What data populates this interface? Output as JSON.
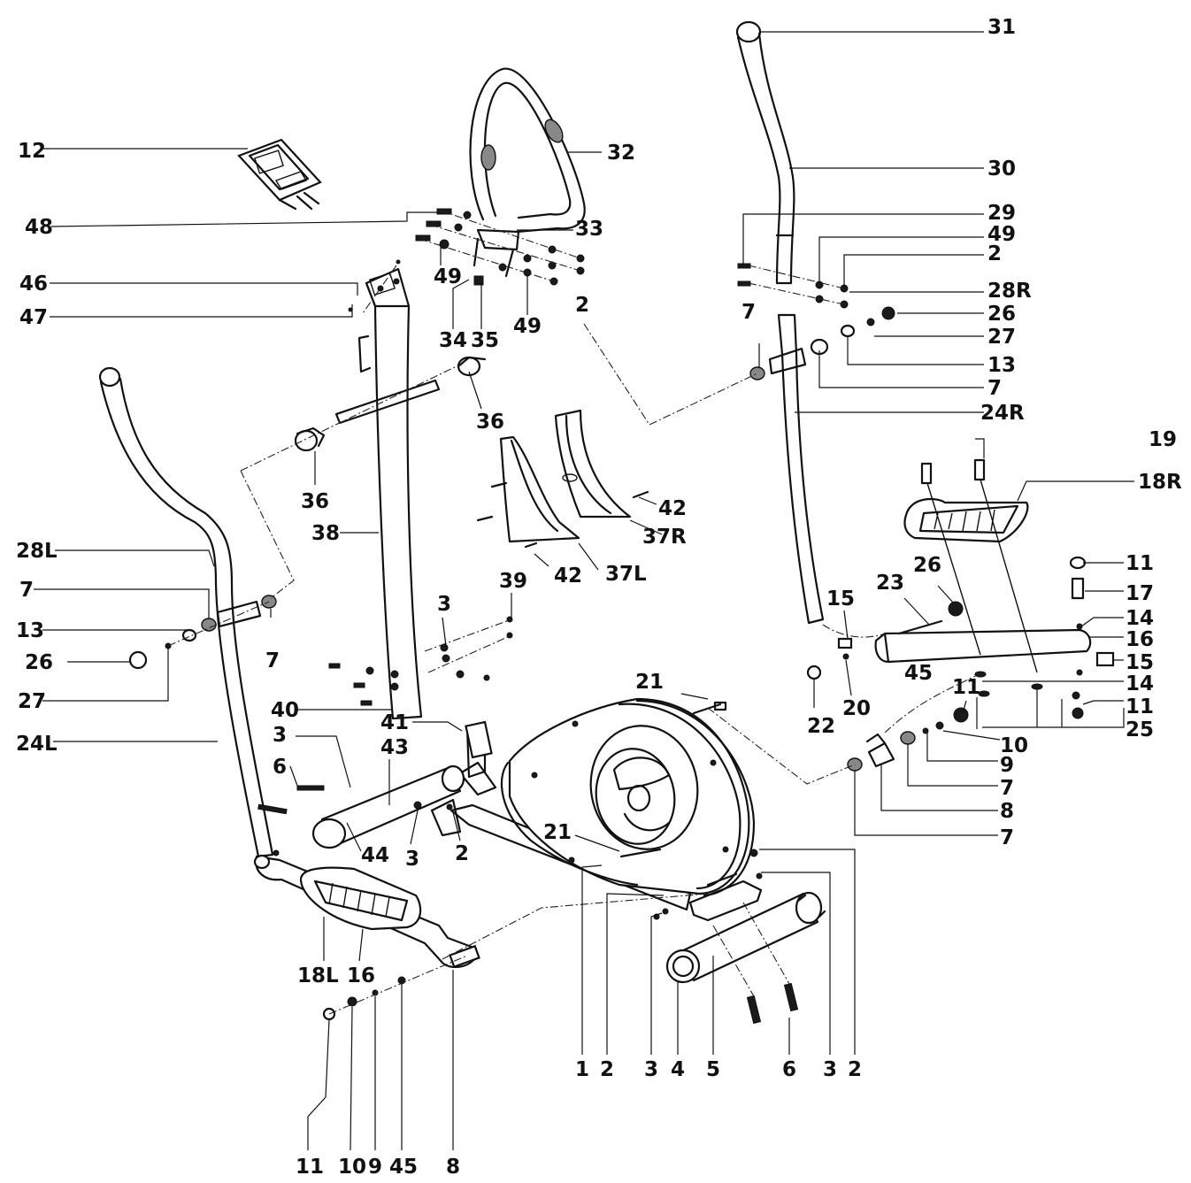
{
  "callouts": [
    {
      "id": "c-31",
      "text": "31"
    },
    {
      "id": "c-12",
      "text": "12"
    },
    {
      "id": "c-32",
      "text": "32"
    },
    {
      "id": "c-30",
      "text": "30"
    },
    {
      "id": "c-48",
      "text": "48"
    },
    {
      "id": "c-33",
      "text": "33"
    },
    {
      "id": "c-29",
      "text": "29"
    },
    {
      "id": "c-49a",
      "text": "49"
    },
    {
      "id": "c-2a",
      "text": "2"
    },
    {
      "id": "c-46",
      "text": "46"
    },
    {
      "id": "c-49b",
      "text": "49"
    },
    {
      "id": "c-28R",
      "text": "28R"
    },
    {
      "id": "c-47",
      "text": "47"
    },
    {
      "id": "c-26a",
      "text": "26"
    },
    {
      "id": "c-34",
      "text": "34"
    },
    {
      "id": "c-35",
      "text": "35"
    },
    {
      "id": "c-49c",
      "text": "49"
    },
    {
      "id": "c-2b",
      "text": "2"
    },
    {
      "id": "c-27a",
      "text": "27"
    },
    {
      "id": "c-13a",
      "text": "13"
    },
    {
      "id": "c-7a",
      "text": "7"
    },
    {
      "id": "c-7b",
      "text": "7"
    },
    {
      "id": "c-24R",
      "text": "24R"
    },
    {
      "id": "c-36a",
      "text": "36"
    },
    {
      "id": "c-19",
      "text": "19"
    },
    {
      "id": "c-18R",
      "text": "18R"
    },
    {
      "id": "c-36b",
      "text": "36"
    },
    {
      "id": "c-42a",
      "text": "42"
    },
    {
      "id": "c-37R",
      "text": "37R"
    },
    {
      "id": "c-38",
      "text": "38"
    },
    {
      "id": "c-28L",
      "text": "28L"
    },
    {
      "id": "c-42b",
      "text": "42"
    },
    {
      "id": "c-37L",
      "text": "37L"
    },
    {
      "id": "c-7c",
      "text": "7"
    },
    {
      "id": "c-39",
      "text": "39"
    },
    {
      "id": "c-11a",
      "text": "11"
    },
    {
      "id": "c-23",
      "text": "23"
    },
    {
      "id": "c-26b",
      "text": "26"
    },
    {
      "id": "c-15a",
      "text": "15"
    },
    {
      "id": "c-17",
      "text": "17"
    },
    {
      "id": "c-13b",
      "text": "13"
    },
    {
      "id": "c-3a",
      "text": "3"
    },
    {
      "id": "c-14a",
      "text": "14"
    },
    {
      "id": "c-16a",
      "text": "16"
    },
    {
      "id": "c-7d",
      "text": "7"
    },
    {
      "id": "c-26c",
      "text": "26"
    },
    {
      "id": "c-15b",
      "text": "15"
    },
    {
      "id": "c-45a",
      "text": "45"
    },
    {
      "id": "c-14b",
      "text": "14"
    },
    {
      "id": "c-11b",
      "text": "11"
    },
    {
      "id": "c-21a",
      "text": "21"
    },
    {
      "id": "c-27b",
      "text": "27"
    },
    {
      "id": "c-22",
      "text": "22"
    },
    {
      "id": "c-20",
      "text": "20"
    },
    {
      "id": "c-11c",
      "text": "11"
    },
    {
      "id": "c-25",
      "text": "25"
    },
    {
      "id": "c-40",
      "text": "40"
    },
    {
      "id": "c-41",
      "text": "41"
    },
    {
      "id": "c-10a",
      "text": "10"
    },
    {
      "id": "c-24L",
      "text": "24L"
    },
    {
      "id": "c-3b",
      "text": "3"
    },
    {
      "id": "c-43",
      "text": "43"
    },
    {
      "id": "c-9a",
      "text": "9"
    },
    {
      "id": "c-6a",
      "text": "6"
    },
    {
      "id": "c-7e",
      "text": "7"
    },
    {
      "id": "c-8a",
      "text": "8"
    },
    {
      "id": "c-21b",
      "text": "21"
    },
    {
      "id": "c-7f",
      "text": "7"
    },
    {
      "id": "c-44",
      "text": "44"
    },
    {
      "id": "c-3c",
      "text": "3"
    },
    {
      "id": "c-2c",
      "text": "2"
    },
    {
      "id": "c-18L",
      "text": "18L"
    },
    {
      "id": "c-16b",
      "text": "16"
    },
    {
      "id": "c-b1",
      "text": "1"
    },
    {
      "id": "c-b2",
      "text": "2"
    },
    {
      "id": "c-b3",
      "text": "3"
    },
    {
      "id": "c-b4",
      "text": "4"
    },
    {
      "id": "c-b5",
      "text": "5"
    },
    {
      "id": "c-b6",
      "text": "6"
    },
    {
      "id": "c-b3b",
      "text": "3"
    },
    {
      "id": "c-b2b",
      "text": "2"
    },
    {
      "id": "c-11d",
      "text": "11"
    },
    {
      "id": "c-10b",
      "text": "10"
    },
    {
      "id": "c-9b",
      "text": "9"
    },
    {
      "id": "c-45b",
      "text": "45"
    },
    {
      "id": "c-8b",
      "text": "8"
    }
  ]
}
